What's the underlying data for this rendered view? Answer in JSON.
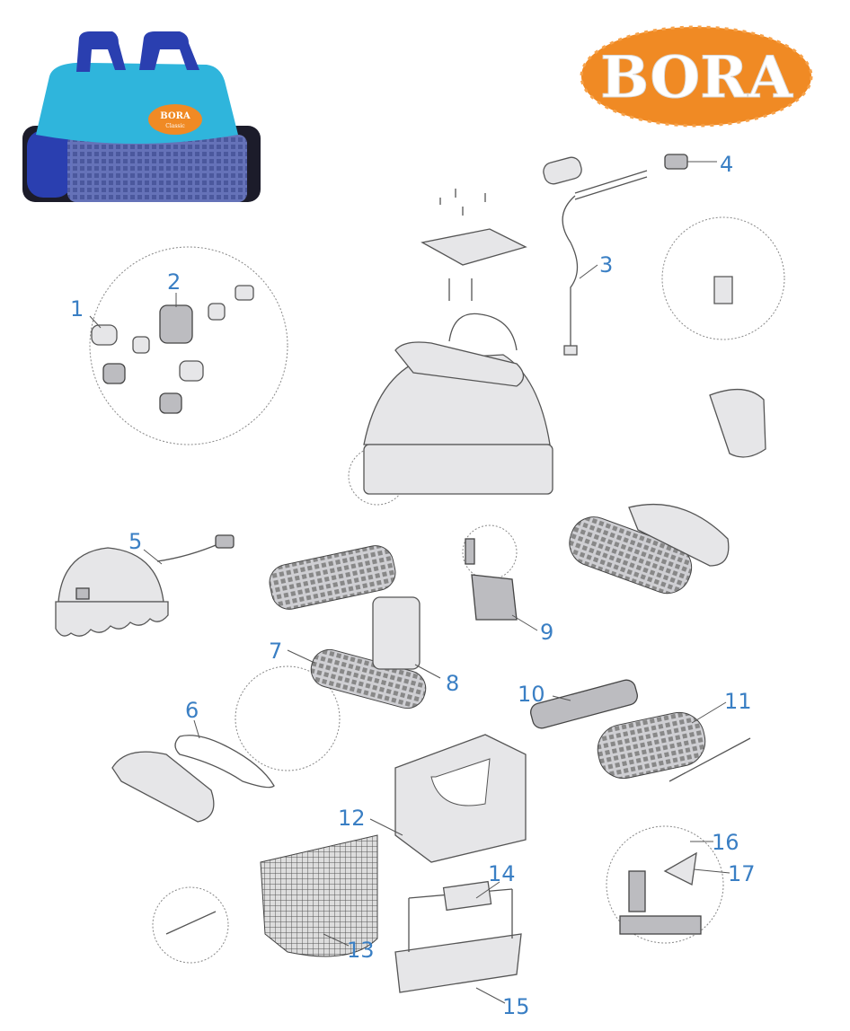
{
  "brand_logo": {
    "text": "BORA",
    "color": "#f08a24"
  },
  "product_photo": {
    "badge_line1": "BORA",
    "badge_line2": "Classic",
    "body_color": "#2fb5dc",
    "track_color": "#2a3fb0"
  },
  "callouts": [
    "1",
    "2",
    "3",
    "4",
    "5",
    "6",
    "7",
    "8",
    "9",
    "10",
    "11",
    "12",
    "13",
    "14",
    "15",
    "16",
    "17"
  ],
  "label_color": "#3a7fc4"
}
